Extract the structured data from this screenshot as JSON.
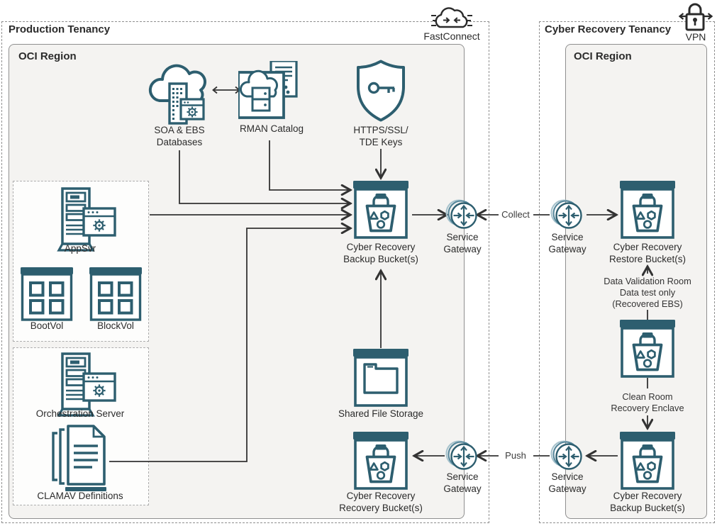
{
  "diagram": {
    "production": {
      "title": "Production Tenancy",
      "region_label": "OCI Region"
    },
    "cyber": {
      "title": "Cyber Recovery Tenancy",
      "region_label": "OCI Region"
    },
    "gateways": {
      "fastconnect": "FastConnect",
      "vpn": "VPN"
    },
    "nodes": {
      "soa_ebs": {
        "line1": "SOA & EBS",
        "line2": "Databases",
        "icon": "cloud-database-icon"
      },
      "rman": {
        "label": "RMAN Catalog",
        "icon": "cloud-catalog-icon"
      },
      "tde_keys": {
        "line1": "HTTPS/SSL/",
        "line2": "TDE Keys",
        "icon": "shield-key-icon"
      },
      "appsvr": {
        "label": "AppSvr",
        "icon": "server-icon"
      },
      "bootvol": {
        "label": "BootVol",
        "icon": "volume-icon"
      },
      "blockvol": {
        "label": "BlockVol",
        "icon": "volume-icon"
      },
      "orchestration": {
        "label": "Orchestration Server",
        "icon": "server-icon"
      },
      "clamav": {
        "label": "CLAMAV Definitions",
        "icon": "documents-icon"
      },
      "service_gateway": {
        "line1": "Service",
        "line2": "Gateway",
        "icon": "service-gateway-icon"
      },
      "backup_bucket": {
        "line1": "Cyber Recovery",
        "line2": "Backup Bucket(s)",
        "icon": "bucket-icon"
      },
      "shared_file_storage": {
        "label": "Shared File Storage",
        "icon": "folder-icon"
      },
      "recovery_bucket": {
        "line1": "Cyber Recovery",
        "line2": "Recovery Bucket(s)",
        "icon": "bucket-icon"
      },
      "restore_bucket": {
        "line1": "Cyber Recovery",
        "line2": "Restore Bucket(s)",
        "icon": "bucket-icon"
      },
      "validation_bucket": {
        "icon": "bucket-icon"
      },
      "cr_backup_bucket": {
        "line1": "Cyber Recovery",
        "line2": "Backup Bucket(s)",
        "icon": "bucket-icon"
      }
    },
    "edges": {
      "collect": "Collect",
      "push": "Push",
      "data_validation": {
        "line1": "Data Validation Room",
        "line2": "Data test only",
        "line3": "(Recovered EBS)"
      },
      "clean_room": {
        "line1": "Clean Room",
        "line2": "Recovery Enclave"
      }
    },
    "colors": {
      "icon_teal": "#2d5e6f",
      "connector": "#333333",
      "black_icon": "#2b2b2b",
      "region_fill": "#f4f3f1",
      "region_border": "#8f8f8f"
    }
  }
}
